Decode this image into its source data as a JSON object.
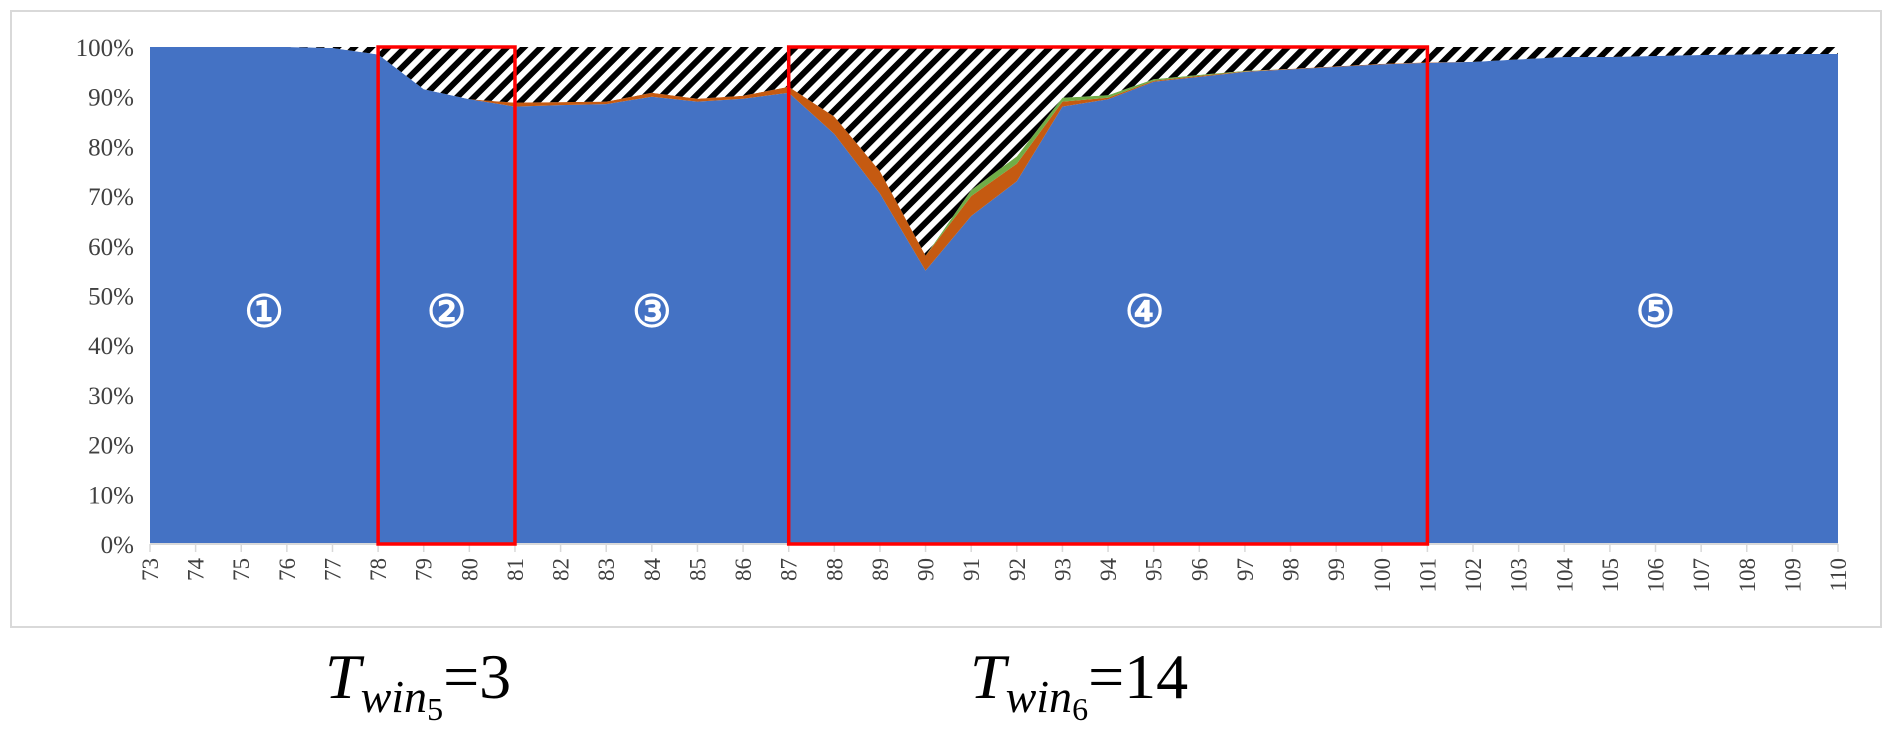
{
  "chart_data": {
    "type": "area",
    "title": "",
    "xlabel": "",
    "ylabel": "",
    "x": [
      73,
      74,
      75,
      76,
      77,
      78,
      79,
      80,
      81,
      82,
      83,
      84,
      85,
      86,
      87,
      88,
      89,
      90,
      91,
      92,
      93,
      94,
      95,
      96,
      97,
      98,
      99,
      100,
      101,
      102,
      103,
      104,
      105,
      106,
      107,
      108,
      109,
      110
    ],
    "ylim": [
      0,
      100
    ],
    "yticks": [
      "0%",
      "10%",
      "20%",
      "30%",
      "40%",
      "50%",
      "60%",
      "70%",
      "80%",
      "90%",
      "100%"
    ],
    "stacked": true,
    "series": [
      {
        "values": [
          100,
          100,
          100,
          100,
          99.8,
          98.5,
          91.5,
          89.5,
          88,
          88.3,
          88.5,
          90,
          89,
          89.6,
          90.8,
          82.5,
          70.5,
          55,
          66,
          73,
          88,
          89.5,
          93,
          94,
          95,
          95.5,
          96,
          96.5,
          96.8,
          97,
          97.5,
          98,
          98,
          98.2,
          98.4,
          98.5,
          98.6,
          98.6
        ],
        "color": "#4472c4"
      },
      {
        "values": [
          0,
          0,
          0,
          0,
          0,
          0,
          0,
          0,
          0.8,
          0.6,
          0.5,
          0.8,
          0.6,
          0.6,
          1.2,
          3.5,
          4.5,
          3,
          4,
          3.5,
          1,
          0.3,
          0.2,
          0.2,
          0.1,
          0.1,
          0.1,
          0.1,
          0.1,
          0,
          0,
          0,
          0,
          0,
          0,
          0,
          0,
          0
        ],
        "color": "#c55a11"
      },
      {
        "values": [
          0,
          0,
          0,
          0,
          0,
          0,
          0,
          0,
          0,
          0,
          0,
          0,
          0,
          0,
          0,
          0,
          0,
          0,
          1.2,
          1.5,
          0.8,
          0.5,
          0.3,
          0.2,
          0.1,
          0,
          0,
          0,
          0,
          0,
          0,
          0,
          0,
          0,
          0,
          0,
          0,
          0
        ],
        "color": "#70ad47"
      },
      {
        "values": [
          0,
          0,
          0,
          0,
          0.2,
          1.5,
          8.5,
          10.5,
          11.2,
          11.1,
          11,
          9.2,
          10.4,
          9.8,
          8,
          14,
          25,
          42,
          28.8,
          22,
          10.2,
          9.7,
          6.5,
          5.6,
          4.8,
          4.4,
          3.9,
          3.4,
          3.1,
          3,
          2.5,
          2,
          2,
          1.8,
          1.6,
          1.5,
          1.4,
          1.4
        ],
        "color": "hatched"
      }
    ],
    "windows": [
      {
        "x_start": 78,
        "x_end": 81,
        "color": "#ff0000"
      },
      {
        "x_start": 87,
        "x_end": 101,
        "color": "#ff0000"
      }
    ],
    "region_labels": [
      {
        "text": "①",
        "x": 75.5
      },
      {
        "text": "②",
        "x": 79.5
      },
      {
        "text": "③",
        "x": 84
      },
      {
        "text": "④",
        "x": 94.8
      },
      {
        "text": "⑤",
        "x": 106
      }
    ],
    "region_label_y": 47
  },
  "captions": [
    {
      "symbol": "T",
      "sub": "win",
      "subsub": "5",
      "value": "=3"
    },
    {
      "symbol": "T",
      "sub": "win",
      "subsub": "6",
      "value": "=14"
    }
  ]
}
